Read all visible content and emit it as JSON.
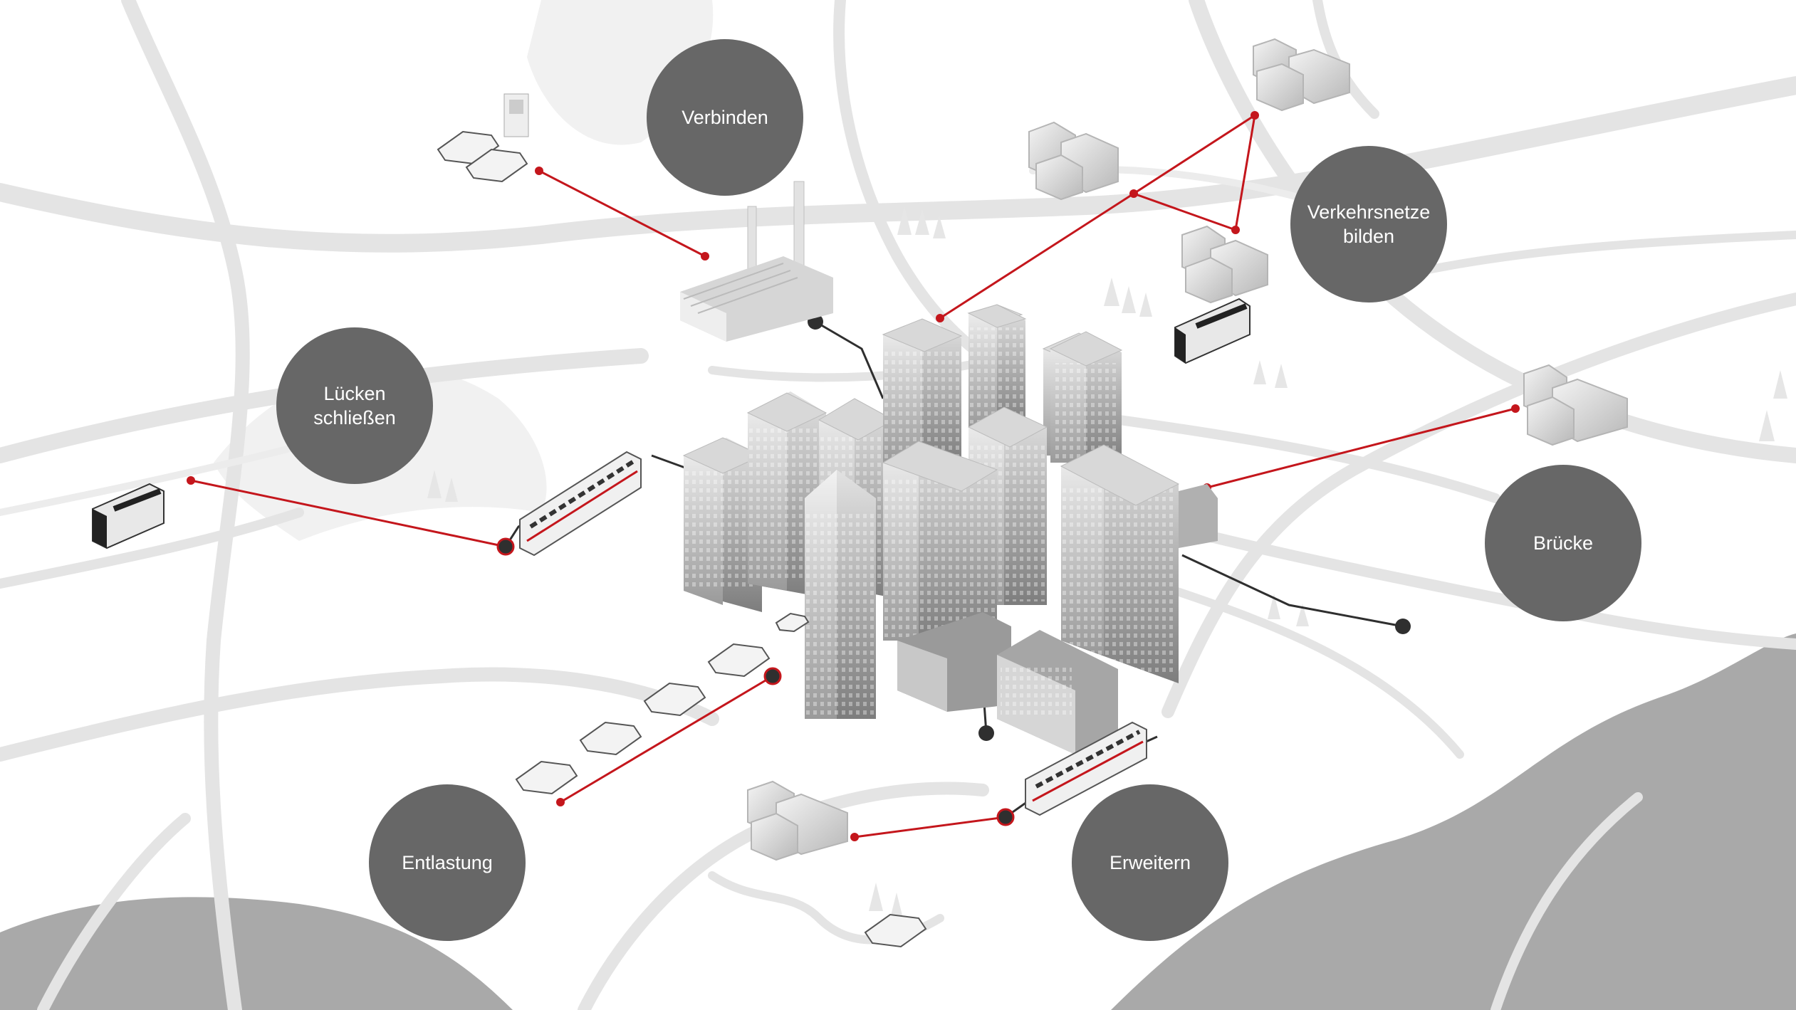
{
  "diagram": {
    "type": "smart-city-mobility-map",
    "colors": {
      "background": "#ffffff",
      "road": "#e4e4e4",
      "water": "#a9a9a9",
      "bubble": "#676767",
      "bubble_text": "#ffffff",
      "connector_red": "#c4161c",
      "connector_dark": "#2f2f2f"
    },
    "labels": {
      "verbinden": "Verbinden",
      "verkehrsnetze": "Verkehrsnetze\nbilden",
      "luecken": "Lücken\nschließen",
      "bruecke": "Brücke",
      "entlastung": "Entlastung",
      "erweitern": "Erweitern"
    },
    "icons": [
      "skyscraper-cluster-icon",
      "factory-icon",
      "house-cluster-icon",
      "bus-icon",
      "tram-icon",
      "car-icon",
      "charging-station-icon",
      "tree-icon"
    ]
  }
}
